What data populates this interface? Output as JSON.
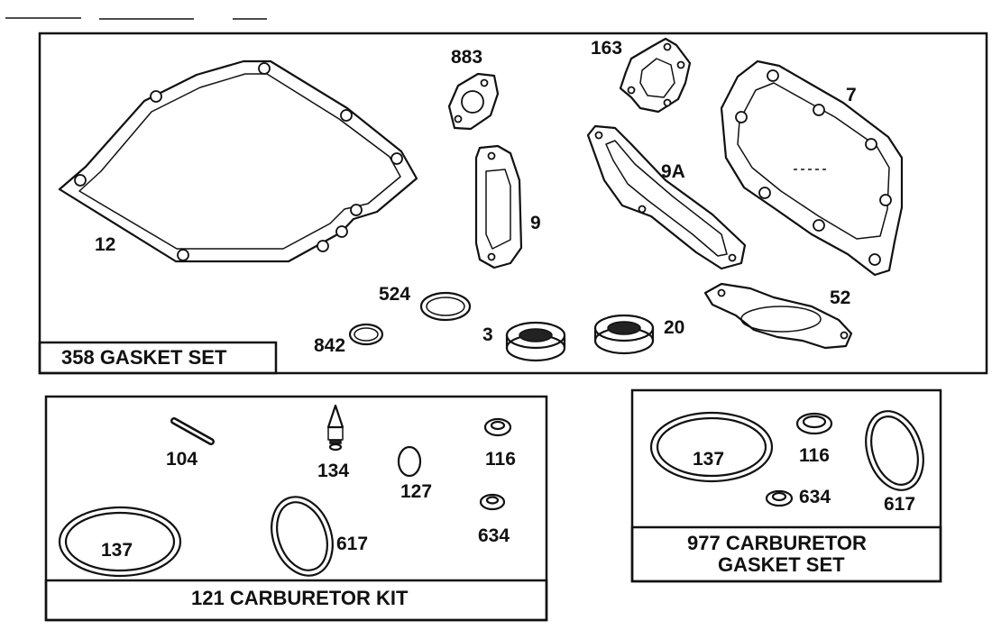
{
  "sets": {
    "gasket_set": "358 GASKET SET",
    "carb_kit": "121 CARBURETOR KIT",
    "carb_gasket_line1": "977 CARBURETOR",
    "carb_gasket_line2": "GASKET SET"
  },
  "parts": {
    "p12": "12",
    "p883": "883",
    "p163": "163",
    "p7": "7",
    "p9": "9",
    "p9a": "9A",
    "p524": "524",
    "p842": "842",
    "p3": "3",
    "p20": "20",
    "p52": "52",
    "p104": "104",
    "p134": "134",
    "p127": "127",
    "p116a": "116",
    "p634a": "634",
    "p137a": "137",
    "p617a": "617",
    "p137b": "137",
    "p116b": "116",
    "p634b": "634",
    "p617b": "617"
  }
}
